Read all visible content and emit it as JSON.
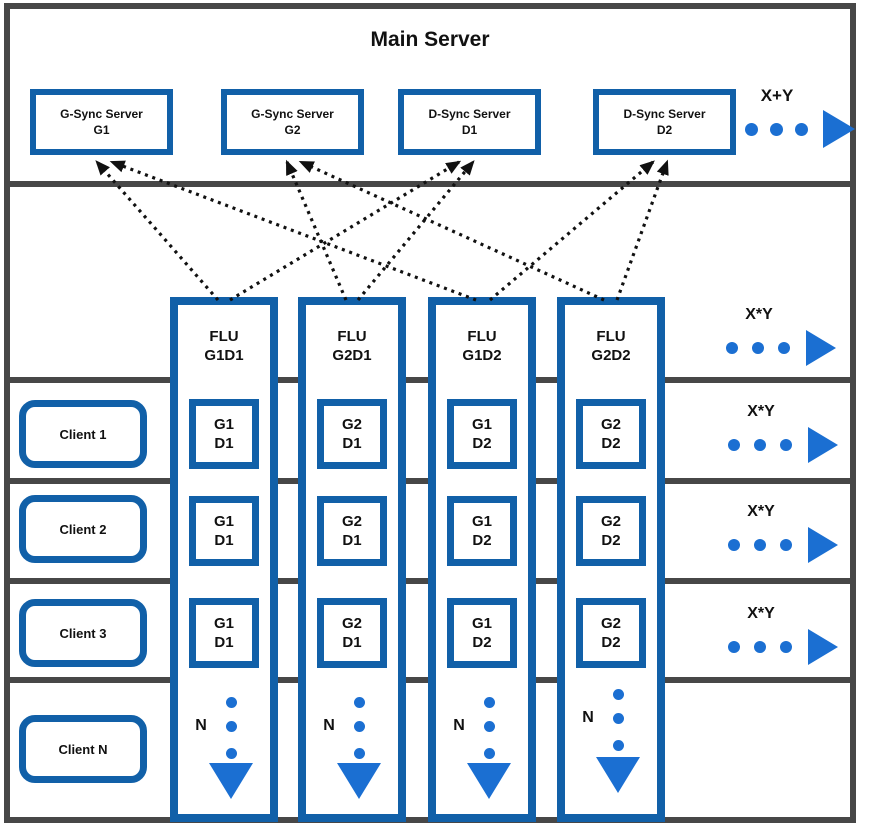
{
  "colors": {
    "box_border_blue": "#1160A8",
    "arrow_accent_blue": "#1B6FD2",
    "frame_gray": "#474747",
    "connector_black": "#111111"
  },
  "title": "Main Server",
  "servers": [
    {
      "name": "G-Sync Server",
      "id": "G1"
    },
    {
      "name": "G-Sync Server",
      "id": "G2"
    },
    {
      "name": "D-Sync Server",
      "id": "D1"
    },
    {
      "name": "D-Sync Server",
      "id": "D2"
    }
  ],
  "indicators": {
    "server_band": "X+Y",
    "flu_band": "X*Y",
    "client_row_1": "X*Y",
    "client_row_2": "X*Y",
    "client_row_3": "X*Y"
  },
  "flu_columns": [
    {
      "title1": "FLU",
      "title2": "G1D1",
      "more_label": "N",
      "cells": [
        {
          "line1": "G1",
          "line2": "D1"
        },
        {
          "line1": "G1",
          "line2": "D1"
        },
        {
          "line1": "G1",
          "line2": "D1"
        }
      ]
    },
    {
      "title1": "FLU",
      "title2": "G2D1",
      "more_label": "N",
      "cells": [
        {
          "line1": "G2",
          "line2": "D1"
        },
        {
          "line1": "G2",
          "line2": "D1"
        },
        {
          "line1": "G2",
          "line2": "D1"
        }
      ]
    },
    {
      "title1": "FLU",
      "title2": "G1D2",
      "more_label": "N",
      "cells": [
        {
          "line1": "G1",
          "line2": "D2"
        },
        {
          "line1": "G1",
          "line2": "D2"
        },
        {
          "line1": "G1",
          "line2": "D2"
        }
      ]
    },
    {
      "title1": "FLU",
      "title2": "G2D2",
      "more_label": "N",
      "cells": [
        {
          "line1": "G2",
          "line2": "D2"
        },
        {
          "line1": "G2",
          "line2": "D2"
        },
        {
          "line1": "G2",
          "line2": "D2"
        }
      ]
    }
  ],
  "clients": [
    {
      "label": "Client 1"
    },
    {
      "label": "Client 2"
    },
    {
      "label": "Client 3"
    },
    {
      "label": "Client N"
    }
  ]
}
